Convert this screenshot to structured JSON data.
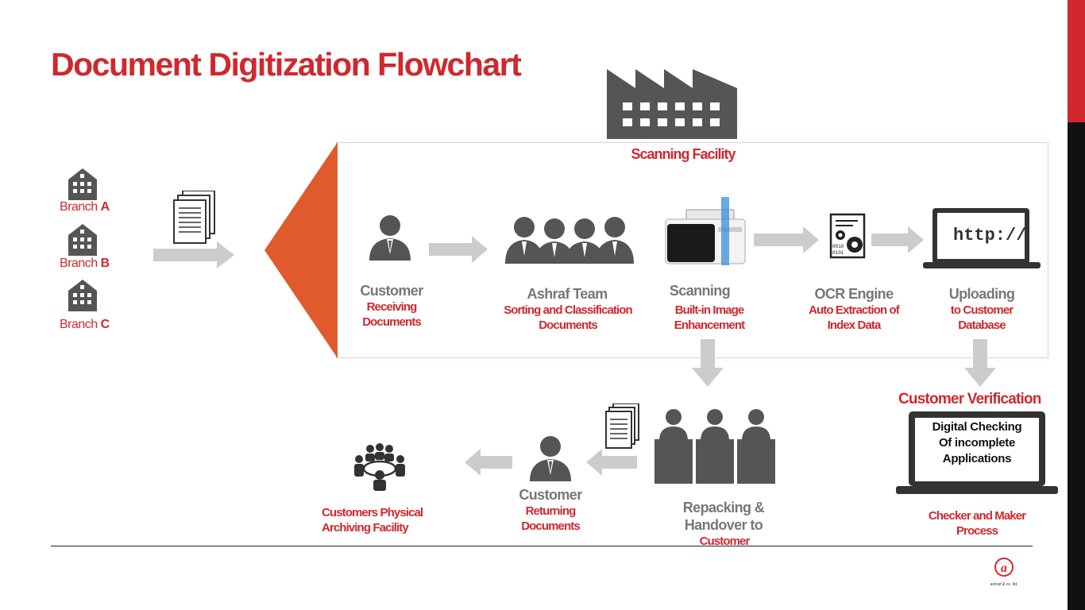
{
  "title": "Document Digitization Flowchart",
  "colors": {
    "accent": "#d0282e",
    "orange": "#e05a2b",
    "icon_grey": "#555555",
    "arrow_grey": "#cccccc"
  },
  "branches": [
    {
      "label": "Branch",
      "letter": "A",
      "icon": "building-icon"
    },
    {
      "label": "Branch",
      "letter": "B",
      "icon": "building-icon"
    },
    {
      "label": "Branch",
      "letter": "C",
      "icon": "building-icon"
    }
  ],
  "facility": {
    "label": "Scanning Facility",
    "icon": "factory-icon"
  },
  "steps": {
    "receiving": {
      "title": "Customer",
      "subtitle": "Receiving Documents",
      "icon": "person-icon"
    },
    "team": {
      "title": "Ashraf Team",
      "subtitle": "Sorting and Classification Documents",
      "icon": "team-icon"
    },
    "scanning": {
      "title": "Scanning",
      "subtitle": "Built-in Image Enhancement",
      "icon": "scanner-icon"
    },
    "ocr": {
      "title": "OCR Engine",
      "subtitle": "Auto Extraction of Index Data",
      "icon": "ocr-gear-icon"
    },
    "uploading": {
      "title": "Uploading",
      "subtitle": "to Customer Database",
      "icon": "laptop-icon",
      "screen_text": "http://"
    }
  },
  "verification": {
    "title": "Customer Verification",
    "screen_lines": [
      "Digital Checking",
      "Of incomplete",
      "Applications"
    ],
    "caption": "Checker and Maker Process"
  },
  "repacking": {
    "title": "Repacking & Handover to",
    "subtitle": "Customer",
    "icon": "desk-team-icon"
  },
  "returning": {
    "title": "Customer",
    "subtitle": "Returning Documents",
    "icon": "person-icon"
  },
  "archive": {
    "label": "Customers Physical Archiving Facility",
    "icon": "meeting-icon"
  },
  "logo": {
    "text": "ashraf & co. ltd."
  }
}
